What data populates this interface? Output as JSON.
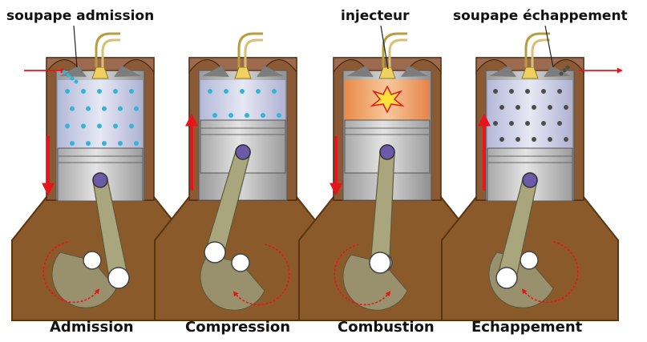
{
  "labels": {
    "intake_valve": "soupape admission",
    "injector": "injecteur",
    "exhaust_valve": "soupape échappement"
  },
  "stages": [
    {
      "name": "Admission"
    },
    {
      "name": "Compression"
    },
    {
      "name": "Combustion"
    },
    {
      "name": "Echappement"
    }
  ],
  "colors": {
    "arrow": "#e8141b",
    "crankcase": "#8b5a2b",
    "crankcase_border": "#5b3510",
    "cylinder_wall": "#a6a6a6",
    "piston": "#c8c8c8",
    "rod": "#a9a57c",
    "air_dots": "#33b5d9",
    "exhaust_dots": "#4d4d4d",
    "combustion": "#f4a25a",
    "head": "#9c6a4f"
  }
}
